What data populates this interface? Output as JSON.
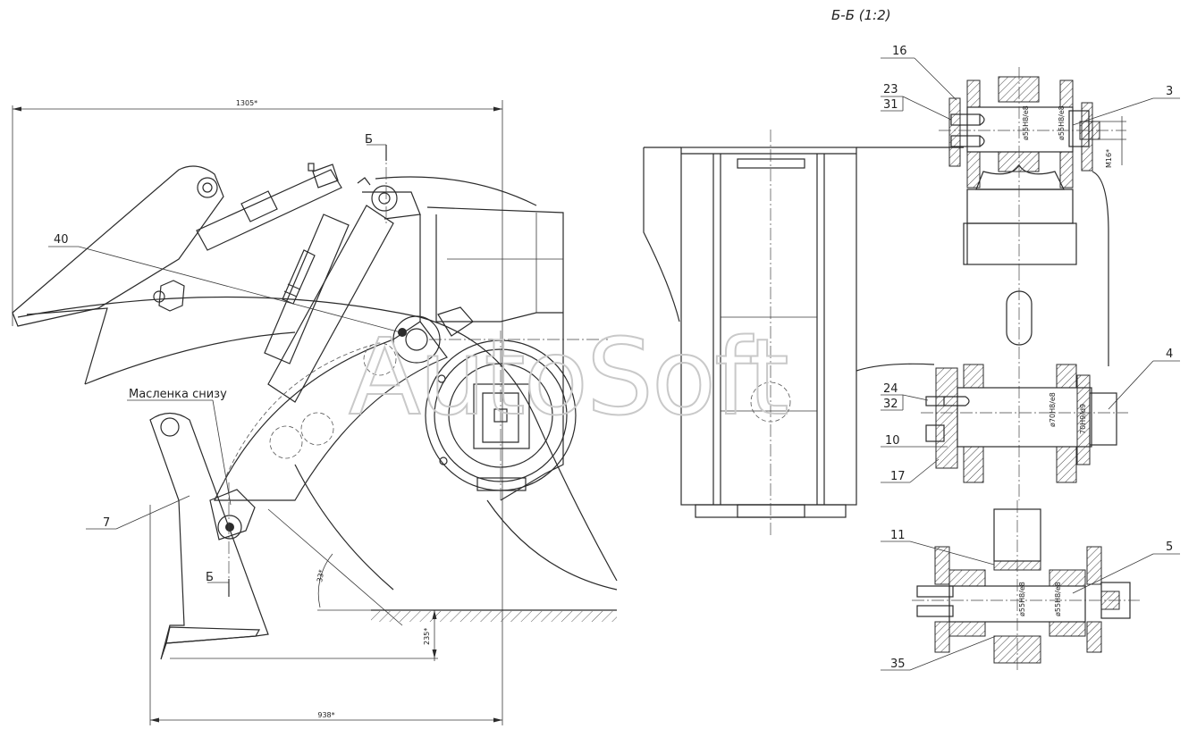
{
  "section_title": "Б-Б (1:2)",
  "watermark": "AutoSoft",
  "note_grease": "Масленка снизу",
  "section_marks": {
    "top": "Б",
    "bottom": "Б"
  },
  "dimensions": {
    "overall_length": "1305*",
    "bottom_width": "938*",
    "depth": "235*",
    "angle": "33*",
    "thread": "M16*",
    "fit_55_a": "ø55H8/e8",
    "fit_55_b": "ø55H8/e8",
    "fit_55_c": "ø55H8/e8",
    "fit_55_d": "ø55H8/e8",
    "fit_70": "ø70H8/e8",
    "fit_70_b": "70H9/d9"
  },
  "callouts": {
    "c40": "40",
    "c7": "7",
    "c16": "16",
    "c23": "23",
    "c31": "31",
    "c3": "3",
    "c24": "24",
    "c32": "32",
    "c4": "4",
    "c10": "10",
    "c17": "17",
    "c11": "11",
    "c5": "5",
    "c35": "35"
  }
}
